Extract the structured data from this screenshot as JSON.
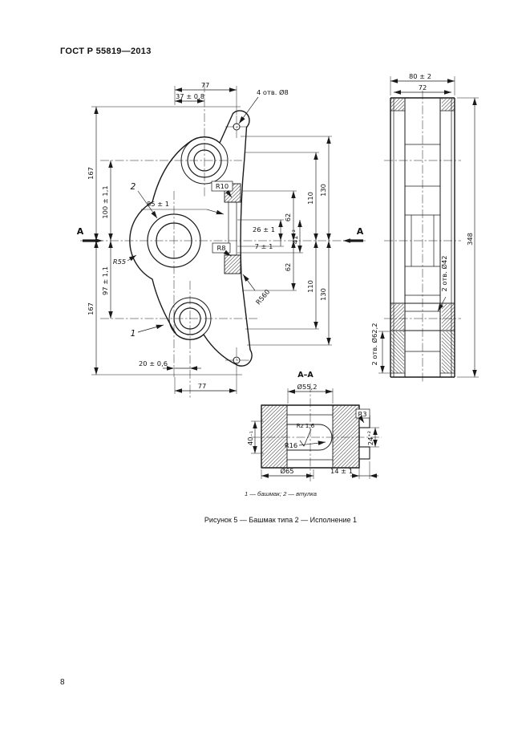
{
  "colors": {
    "ink": "#1a1a1a",
    "paper": "#ffffff"
  },
  "doc": {
    "header": "ГОСТ Р 55819—2013",
    "page_number": "8",
    "legend": "1 — башмак; 2 — втулка",
    "figure_caption": "Рисунок 5 — Башмак типа 2 — Исполнение 1"
  },
  "front": {
    "dim_77_top": "77",
    "dim_37": "37 ± 0,8",
    "note_holes": "4 отв. Ø8",
    "dim_167_top": "167",
    "dim_100": "100 ± 1,1",
    "dim_85": "85 ± 1",
    "r10": "R10",
    "dim_130_top": "130",
    "dim_110_top": "110",
    "dim_62_top": "62",
    "dim_26": "26 ± 1",
    "dim_41": "41⁺²",
    "dim_7": "7 ± 1",
    "r8": "R8",
    "dim_62_bot": "62",
    "r55": "R55",
    "dim_97": "97 ± 1,1",
    "dim_110_bot": "110",
    "dim_130_bot": "130",
    "r560": "R560",
    "dim_167_bot": "167",
    "dim_20": "20 ± 0,6",
    "dim_77_bot": "77",
    "label_1": "1",
    "label_2": "2",
    "section_letter_left": "А",
    "section_letter_right": "А"
  },
  "side": {
    "dim_80": "80 ± 2",
    "dim_72": "72",
    "dim_348": "348",
    "note_d42": "2 отв. Ø42",
    "note_d62": "2 отв. Ø62,2"
  },
  "section": {
    "title": "А–А",
    "dim_d55": "Ø55,2",
    "r3": "R3",
    "rz": "Rz 1,6",
    "r16": "R16",
    "dim_40": "40₋₁",
    "dim_24": "24⁺²",
    "dim_d65": "Ø65",
    "dim_14": "14 ± 1"
  }
}
